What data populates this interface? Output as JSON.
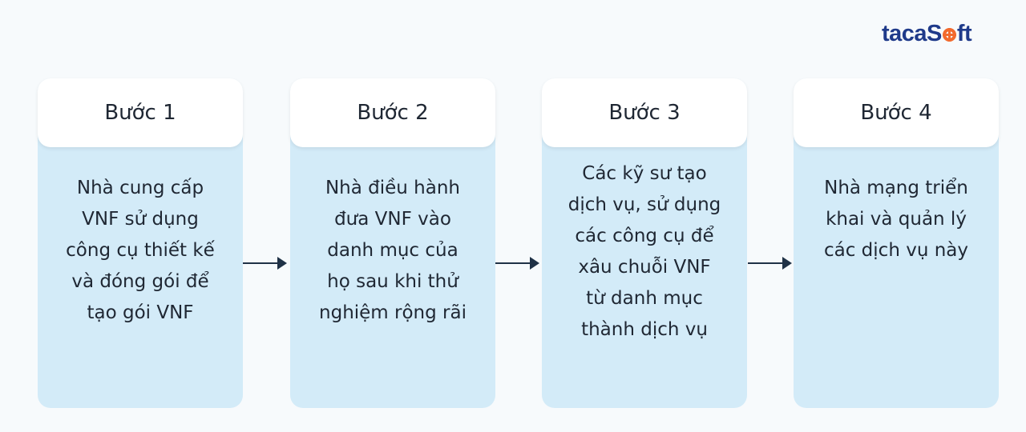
{
  "brand": {
    "part1": "taca",
    "part2": "S",
    "part3": "ft"
  },
  "steps": [
    {
      "title": "Bước 1",
      "lines": [
        "Nhà cung cấp",
        "VNF sử dụng",
        "công cụ thiết kế",
        "và đóng gói để",
        "tạo gói VNF"
      ]
    },
    {
      "title": "Bước 2",
      "lines": [
        "Nhà điều hành",
        "đưa VNF vào",
        "danh mục của",
        "họ sau khi thử",
        "nghiệm rộng rãi"
      ]
    },
    {
      "title": "Bước 3",
      "lines": [
        "Các kỹ sư tạo",
        "dịch vụ, sử dụng",
        "các công cụ để",
        "xâu chuỗi VNF",
        "từ danh mục",
        "thành dịch vụ"
      ]
    },
    {
      "title": "Bước 4",
      "lines": [
        "Nhà mạng triển",
        "khai và quản lý",
        "các dịch vụ này"
      ]
    }
  ],
  "colors": {
    "card_body": "#d3ebf8",
    "card_head": "#ffffff",
    "text": "#1f2733",
    "arrow": "#1f3146",
    "logo_blue": "#1f3a8a",
    "logo_orange": "#f26a2e"
  }
}
